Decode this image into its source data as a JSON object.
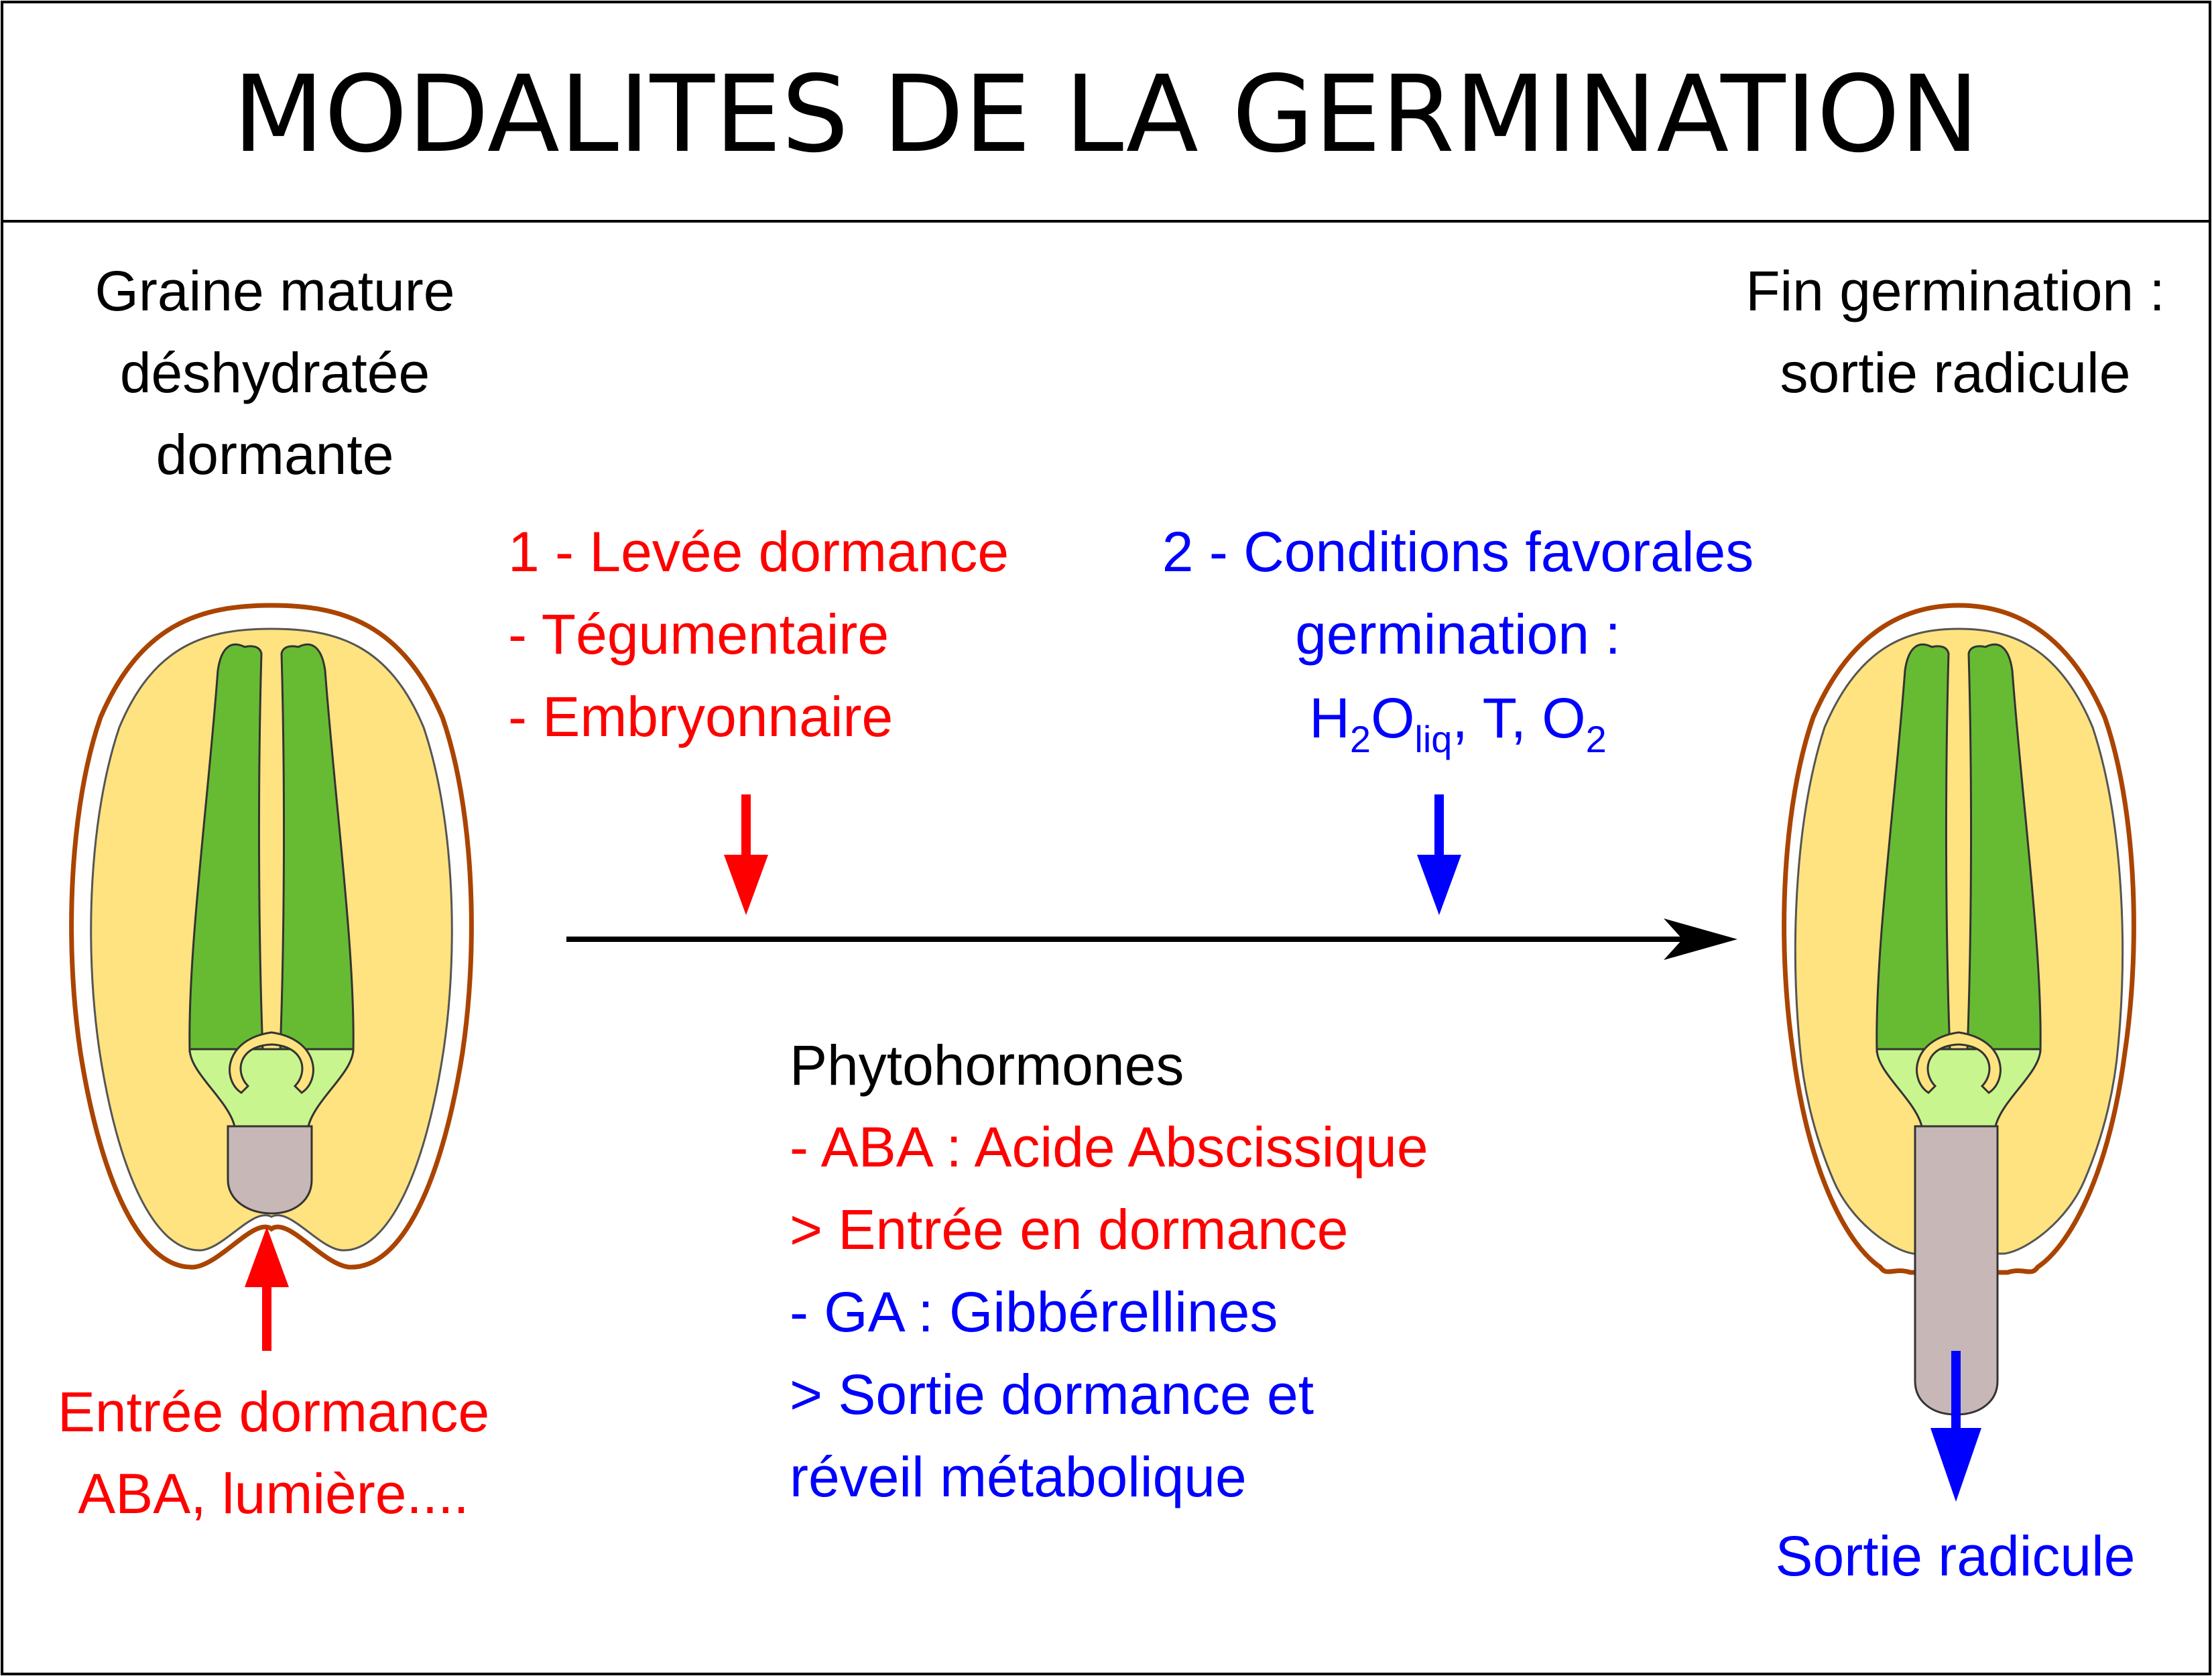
{
  "title": "MODALITES DE LA GERMINATION",
  "left_seed_caption": [
    "Graine mature",
    "déshydratée",
    "dormante"
  ],
  "right_seed_caption": [
    "Fin germination :",
    "sortie radicule"
  ],
  "step1": {
    "heading": "1 - Levée dormance",
    "items": [
      "- Tégumentaire",
      "- Embryonnaire"
    ]
  },
  "step2": {
    "heading": "2 - Conditions favorales",
    "subheading": "germination :",
    "conditions": {
      "water": "H",
      "water_sub": "2",
      "water_o": "O",
      "water_state": "liq",
      "sep1": ", T, O",
      "oxygen_sub": "2"
    }
  },
  "dormancy_entry": [
    "Entrée dormance",
    "ABA, lumière...."
  ],
  "phytohormones": {
    "heading": "Phytohormones",
    "aba_line": "- ABA : Acide Abscissique",
    "aba_effect": "> Entrée en dormance",
    "ga_line": "- GA : Gibbérellines",
    "ga_effect_1": "> Sortie dormance et",
    "ga_effect_2": "réveil métabolique"
  },
  "radicle_exit": "Sortie radicule",
  "colors": {
    "red": "#ff0000",
    "blue": "#0000ff",
    "seed_coat": "#aa4400",
    "endosperm": "#ffe380",
    "cotyledon": "#66bb33",
    "hypocotyl": "#c9f58f",
    "radicle": "#c8b7b7"
  }
}
